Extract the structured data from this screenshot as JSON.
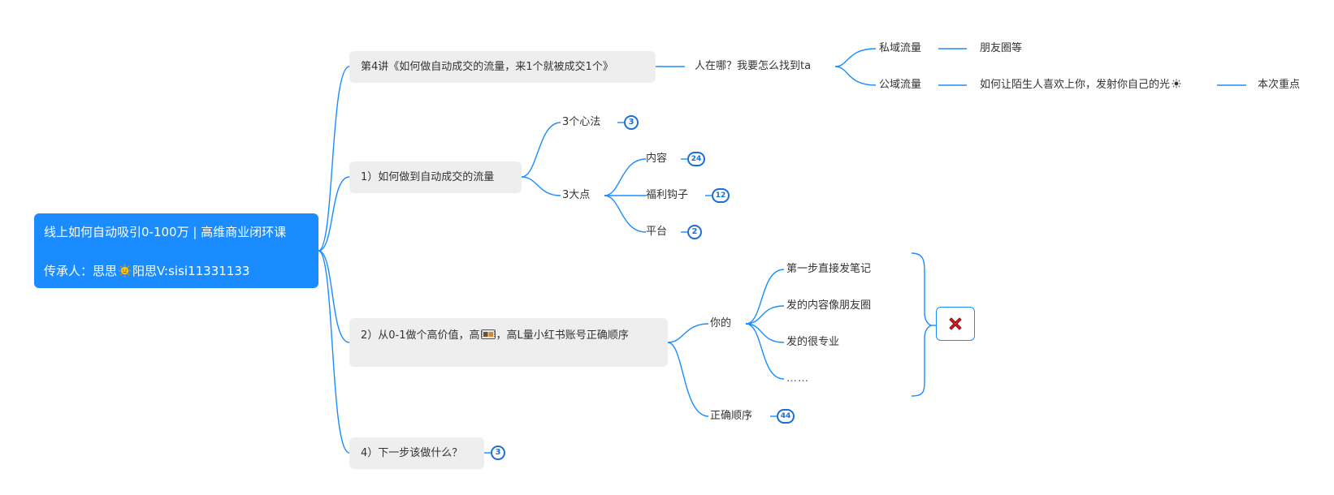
{
  "root": {
    "title": "线上如何自动吸引0-100万 | 高维商业闭环课",
    "inheritor_prefix": "传承人：思思",
    "inheritor_suffix": "阳思V:sisi11331133"
  },
  "branch_lecture": {
    "title": "第4讲《如何做自动成交的流量，来1个就被成交1个》",
    "child": "人在哪？我要怎么找到ta",
    "private": {
      "label": "私域流量",
      "detail": "朋友圈等"
    },
    "public": {
      "label": "公域流量",
      "detail": "如何让陌生人喜欢上你，发射你自己的光",
      "note": "本次重点"
    }
  },
  "branch1": {
    "title": "1）如何做到自动成交的流量",
    "mindset": {
      "label": "3个心法",
      "badge": "3"
    },
    "points": {
      "label": "3大点",
      "items": [
        {
          "label": "内容",
          "badge": "24"
        },
        {
          "label": "福利钩子",
          "badge": "12"
        },
        {
          "label": "平台",
          "badge": "2"
        }
      ]
    }
  },
  "branch2": {
    "title_before": "2）从0-1做个高价值，高",
    "title_after": "，高L量小红书账号正确顺序",
    "yours": {
      "label": "你的",
      "items": [
        "第一步直接发笔记",
        "发的内容像朋友圈",
        "发的很专业",
        "……"
      ]
    },
    "correct": {
      "label": "正确顺序",
      "badge": "44"
    }
  },
  "branch4": {
    "title": "4）下一步该做什么？",
    "badge": "3"
  },
  "colors": {
    "accent": "#1a8cff",
    "node_bg": "#eeeeee",
    "badge": "#1a6fd8",
    "cross": "#d42020"
  }
}
